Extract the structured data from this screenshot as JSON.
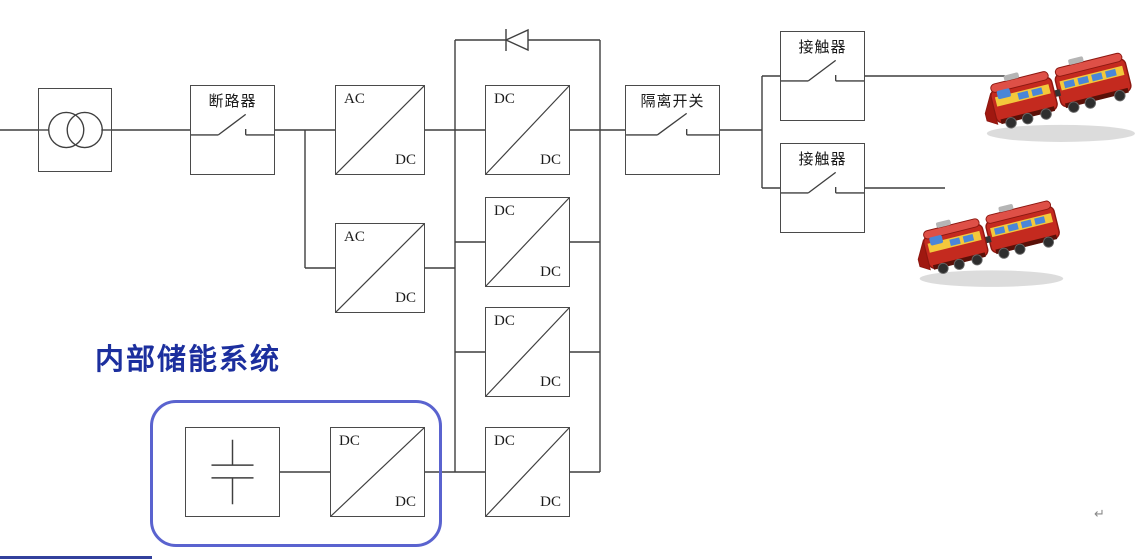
{
  "schematic": {
    "breaker_label": "断路器",
    "isolator_label": "隔离开关",
    "contactor_top_label": "接触器",
    "contactor_bottom_label": "接触器",
    "storage_title": "内部储能系统",
    "converters": {
      "acdc1": {
        "top": "AC",
        "bottom": "DC"
      },
      "acdc2": {
        "top": "AC",
        "bottom": "DC"
      },
      "dcdc1": {
        "top": "DC",
        "bottom": "DC"
      },
      "dcdc2": {
        "top": "DC",
        "bottom": "DC"
      },
      "dcdc3": {
        "top": "DC",
        "bottom": "DC"
      },
      "dcdc4": {
        "top": "DC",
        "bottom": "DC"
      },
      "storage_dcdc": {
        "top": "DC",
        "bottom": "DC"
      }
    },
    "colors": {
      "wire": "#3f3f3f",
      "box_border": "#4a4a4a",
      "storage_outline": "#5a63cf",
      "title_blue": "#1c2f9e",
      "train_red": "#c42a1f",
      "train_stripe": "#f3c83c",
      "train_window": "#4a86d8"
    },
    "return_mark": "↵"
  }
}
